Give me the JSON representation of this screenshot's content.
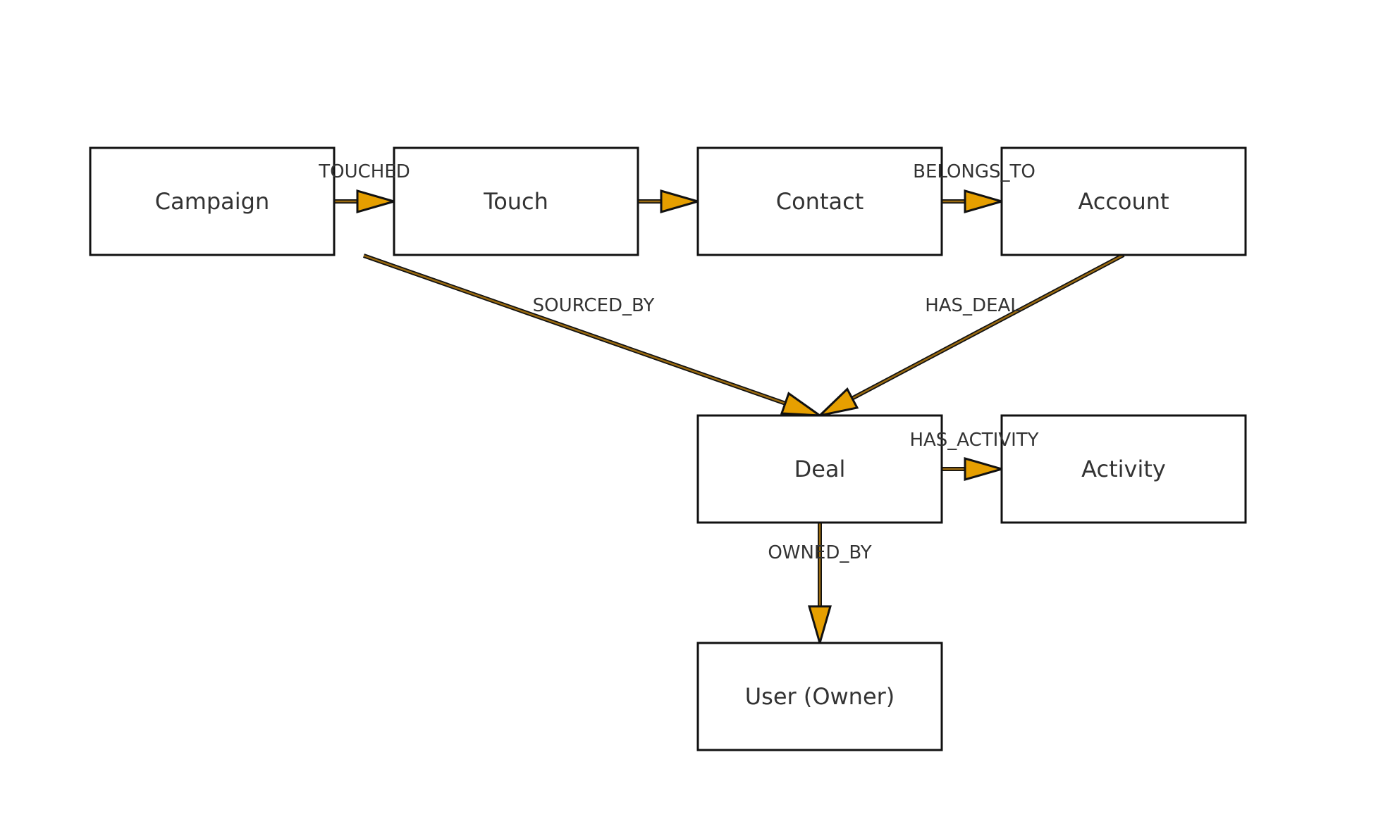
{
  "diagram": {
    "type": "entity-relationship graph",
    "colors": {
      "node_border": "#111111",
      "node_fill": "#ffffff",
      "text": "#333333",
      "arrow_fill": "#E69F00",
      "arrow_shaft": "#9a6a10"
    },
    "nodes": [
      {
        "id": "campaign",
        "label": "Campaign",
        "row": 0,
        "col": 0
      },
      {
        "id": "touch",
        "label": "Touch",
        "row": 0,
        "col": 1
      },
      {
        "id": "contact",
        "label": "Contact",
        "row": 0,
        "col": 2
      },
      {
        "id": "account",
        "label": "Account",
        "row": 0,
        "col": 3
      },
      {
        "id": "deal",
        "label": "Deal",
        "row": 1,
        "col": 2
      },
      {
        "id": "activity",
        "label": "Activity",
        "row": 1,
        "col": 3
      },
      {
        "id": "user",
        "label": "User (Owner)",
        "row": 2,
        "col": 2
      }
    ],
    "edges": [
      {
        "from": "campaign",
        "to": "touch",
        "label": "TOUCHED"
      },
      {
        "from": "touch",
        "to": "contact",
        "label": ""
      },
      {
        "from": "contact",
        "to": "account",
        "label": "BELONGS_TO"
      },
      {
        "from": "touch",
        "to": "deal",
        "label": "SOURCED_BY"
      },
      {
        "from": "account",
        "to": "deal",
        "label": "HAS_DEAL"
      },
      {
        "from": "deal",
        "to": "activity",
        "label": "HAS_ACTIVITY"
      },
      {
        "from": "deal",
        "to": "user",
        "label": "OWNED_BY"
      }
    ]
  }
}
